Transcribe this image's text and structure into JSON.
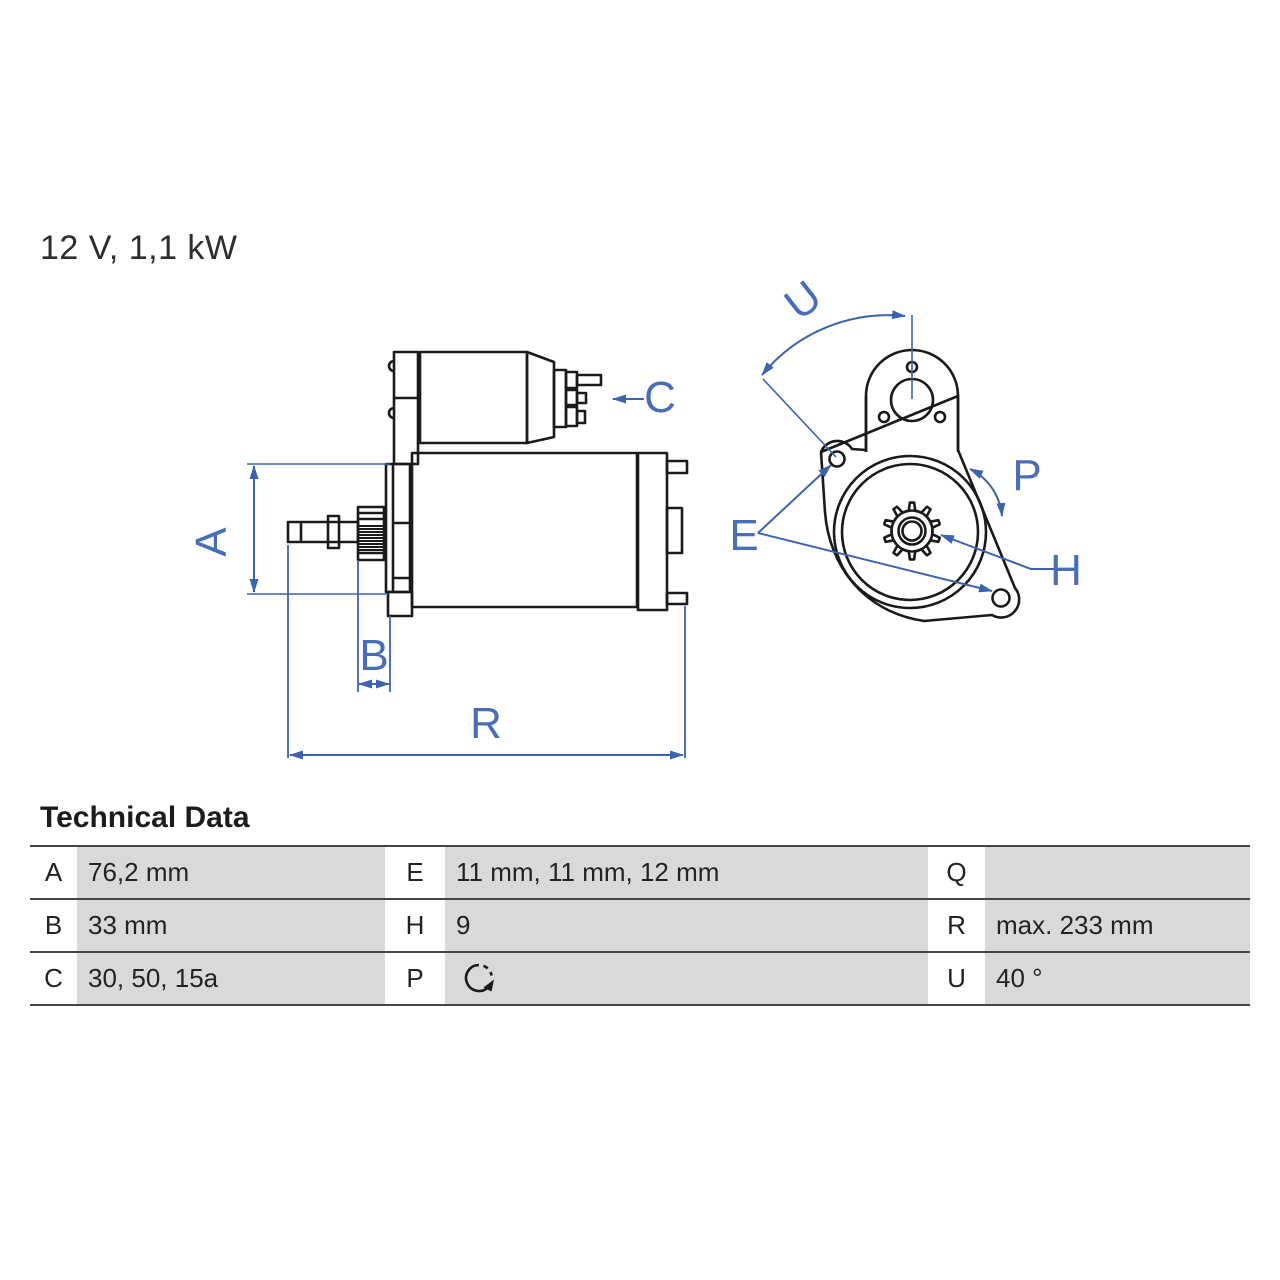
{
  "header": {
    "title": "12 V, 1,1 kW"
  },
  "diagram": {
    "dimension_labels": {
      "a": "A",
      "b": "B",
      "c": "C",
      "r": "R",
      "u": "U",
      "p": "P",
      "e": "E",
      "h": "H"
    },
    "colors": {
      "drawing_line": "#1a1a1a",
      "dimension_blue": "#3b63ae"
    },
    "icons": {
      "rotation": "rotation-direction-icon"
    }
  },
  "table": {
    "title": "Technical Data",
    "rows": [
      {
        "l1": "A",
        "v1": "76,2 mm",
        "l2": "E",
        "v2": "11 mm, 11 mm, 12 mm",
        "l3": "Q",
        "v3": ""
      },
      {
        "l1": "B",
        "v1": "33 mm",
        "l2": "H",
        "v2": "9",
        "l3": "R",
        "v3": "max. 233 mm"
      },
      {
        "l1": "C",
        "v1": "30, 50, 15a",
        "l2": "P",
        "v2": "",
        "l3": "U",
        "v3": "40 °"
      }
    ]
  }
}
